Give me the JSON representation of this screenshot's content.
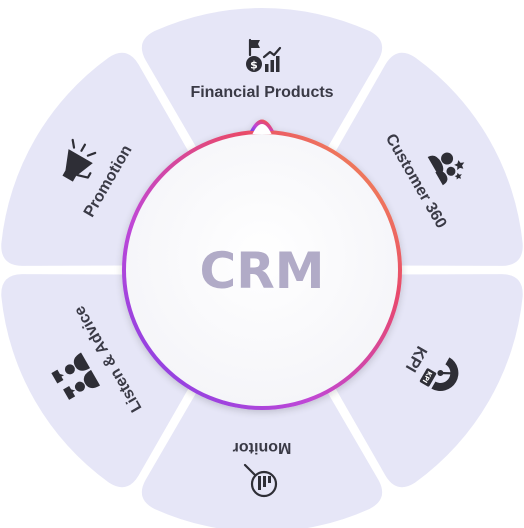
{
  "center": {
    "label": "CRM"
  },
  "segments": [
    {
      "id": "financial-products",
      "label": "Financial Products",
      "icon": "money-chart-icon"
    },
    {
      "id": "customer-360",
      "label": "Customer 360",
      "icon": "customers-stars-icon"
    },
    {
      "id": "kpi",
      "label": "KPI",
      "icon": "kpi-gauge-icon"
    },
    {
      "id": "monitor",
      "label": "Monitor",
      "icon": "magnifier-chart-icon"
    },
    {
      "id": "listen-advice",
      "label": "Listen & Advice",
      "icon": "people-talking-icon"
    },
    {
      "id": "promotion",
      "label": "Promotion",
      "icon": "megaphone-icon"
    }
  ],
  "colors": {
    "segment_fill": "#e6e6f7",
    "label_text": "#3a3a46",
    "center_text": "#b1abc7",
    "ring_gradient": [
      "#f3a04a",
      "#e0456a",
      "#b443d6",
      "#7a3fe6"
    ]
  }
}
